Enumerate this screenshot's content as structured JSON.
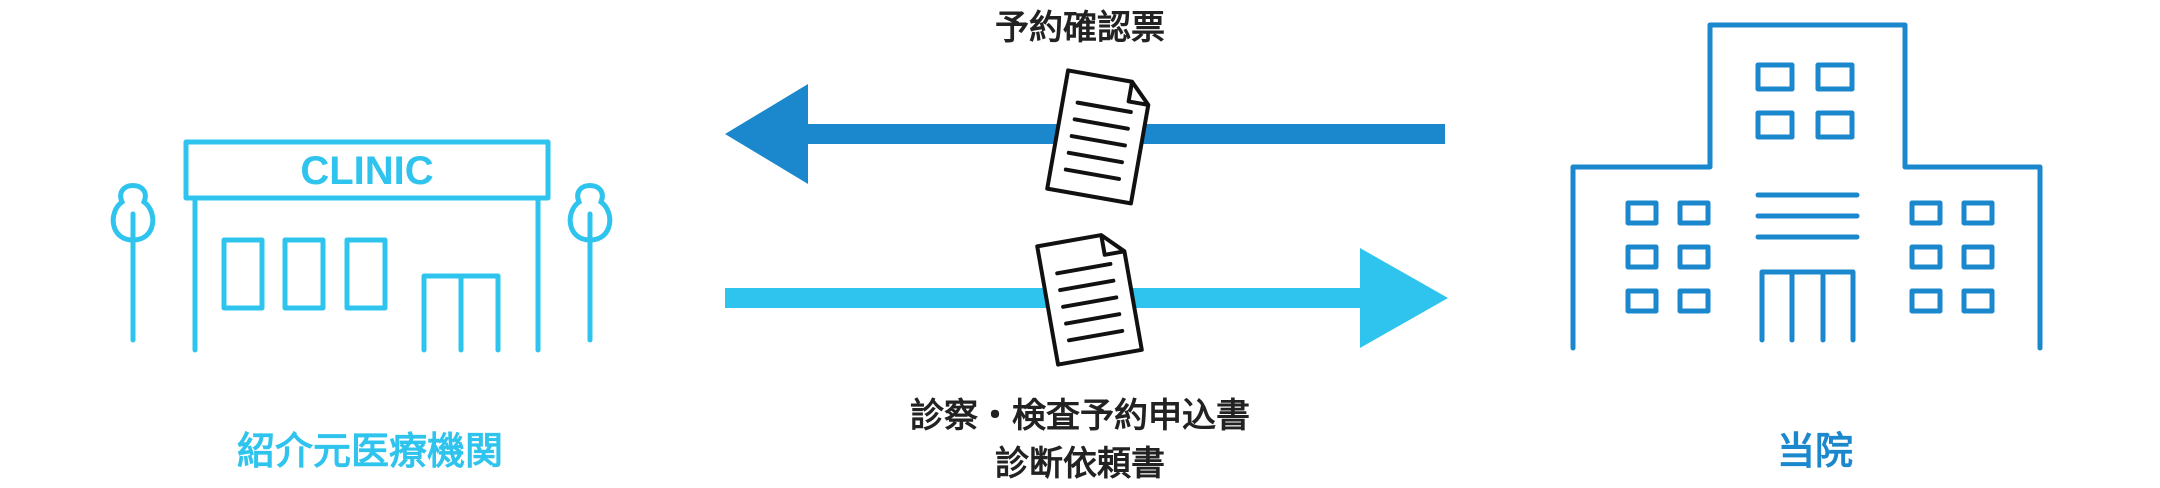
{
  "colors": {
    "clinic": "#2ec4ee",
    "hospital": "#1b87cc",
    "arrow_top": "#1b87cc",
    "arrow_bottom": "#2ec4ee",
    "document": "#111111",
    "text": "#222222"
  },
  "clinic": {
    "sign": "CLINIC",
    "label": "紹介元医療機関"
  },
  "hospital": {
    "label": "当院"
  },
  "flows": {
    "top_label": "予約確認票",
    "bottom_line1": "診察・検査予約申込書",
    "bottom_line2": "診断依頼書"
  },
  "icons": [
    "clinic-building-icon",
    "tree-icon",
    "hospital-building-icon",
    "document-icon",
    "arrow-left-icon",
    "arrow-right-icon"
  ]
}
